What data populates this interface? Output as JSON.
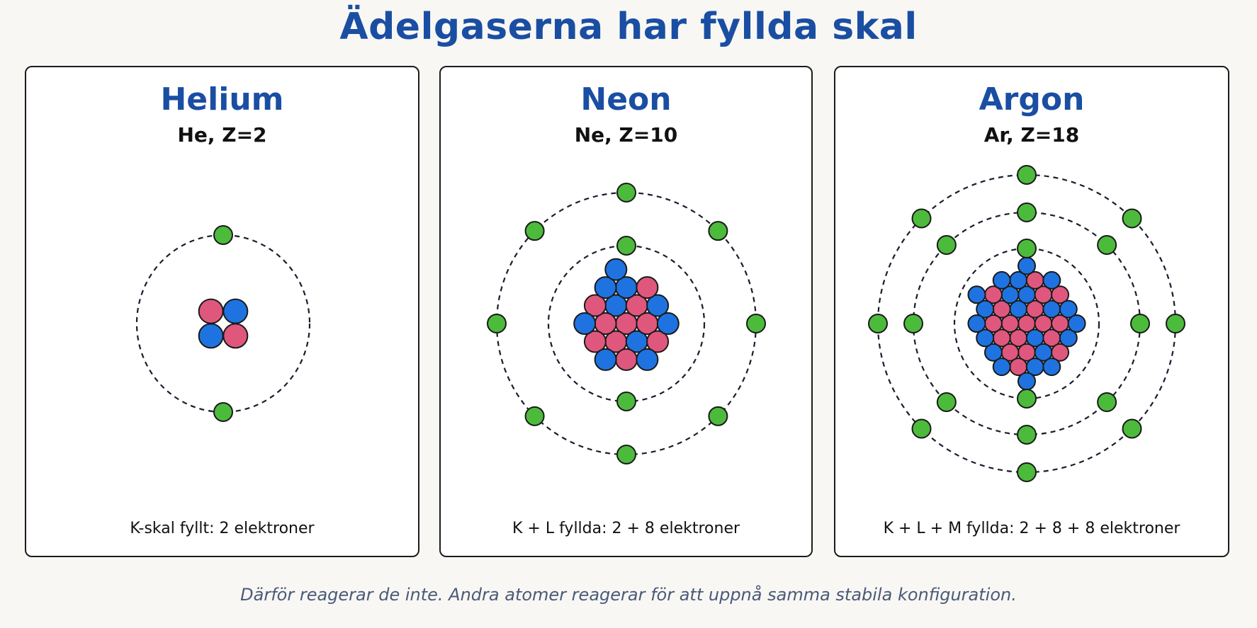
{
  "title": "Ädelgaserna har fyllda skal",
  "footer": "Därför reagerar de inte. Andra atomer reagerar för att uppnå samma stabila konfiguration.",
  "colors": {
    "title": "#1a4ea3",
    "electron": "#4cbb3c",
    "proton": "#e0577e",
    "neutron": "#1f73e0",
    "orbit": "#1c1c2e"
  },
  "panels": [
    {
      "name": "Helium",
      "symbol": "He, Z=2",
      "caption": "K-skal fyllt: 2 elektroner",
      "shells": [
        2
      ],
      "protons": 2,
      "neutrons": 2
    },
    {
      "name": "Neon",
      "symbol": "Ne, Z=10",
      "caption": "K + L fyllda:  2 + 8 elektroner",
      "shells": [
        2,
        8
      ],
      "protons": 10,
      "neutrons": 10
    },
    {
      "name": "Argon",
      "symbol": "Ar, Z=18",
      "caption": "K + L + M fyllda:  2 + 8 + 8 elektroner",
      "shells": [
        2,
        8,
        8
      ],
      "protons": 18,
      "neutrons": 22
    }
  ]
}
